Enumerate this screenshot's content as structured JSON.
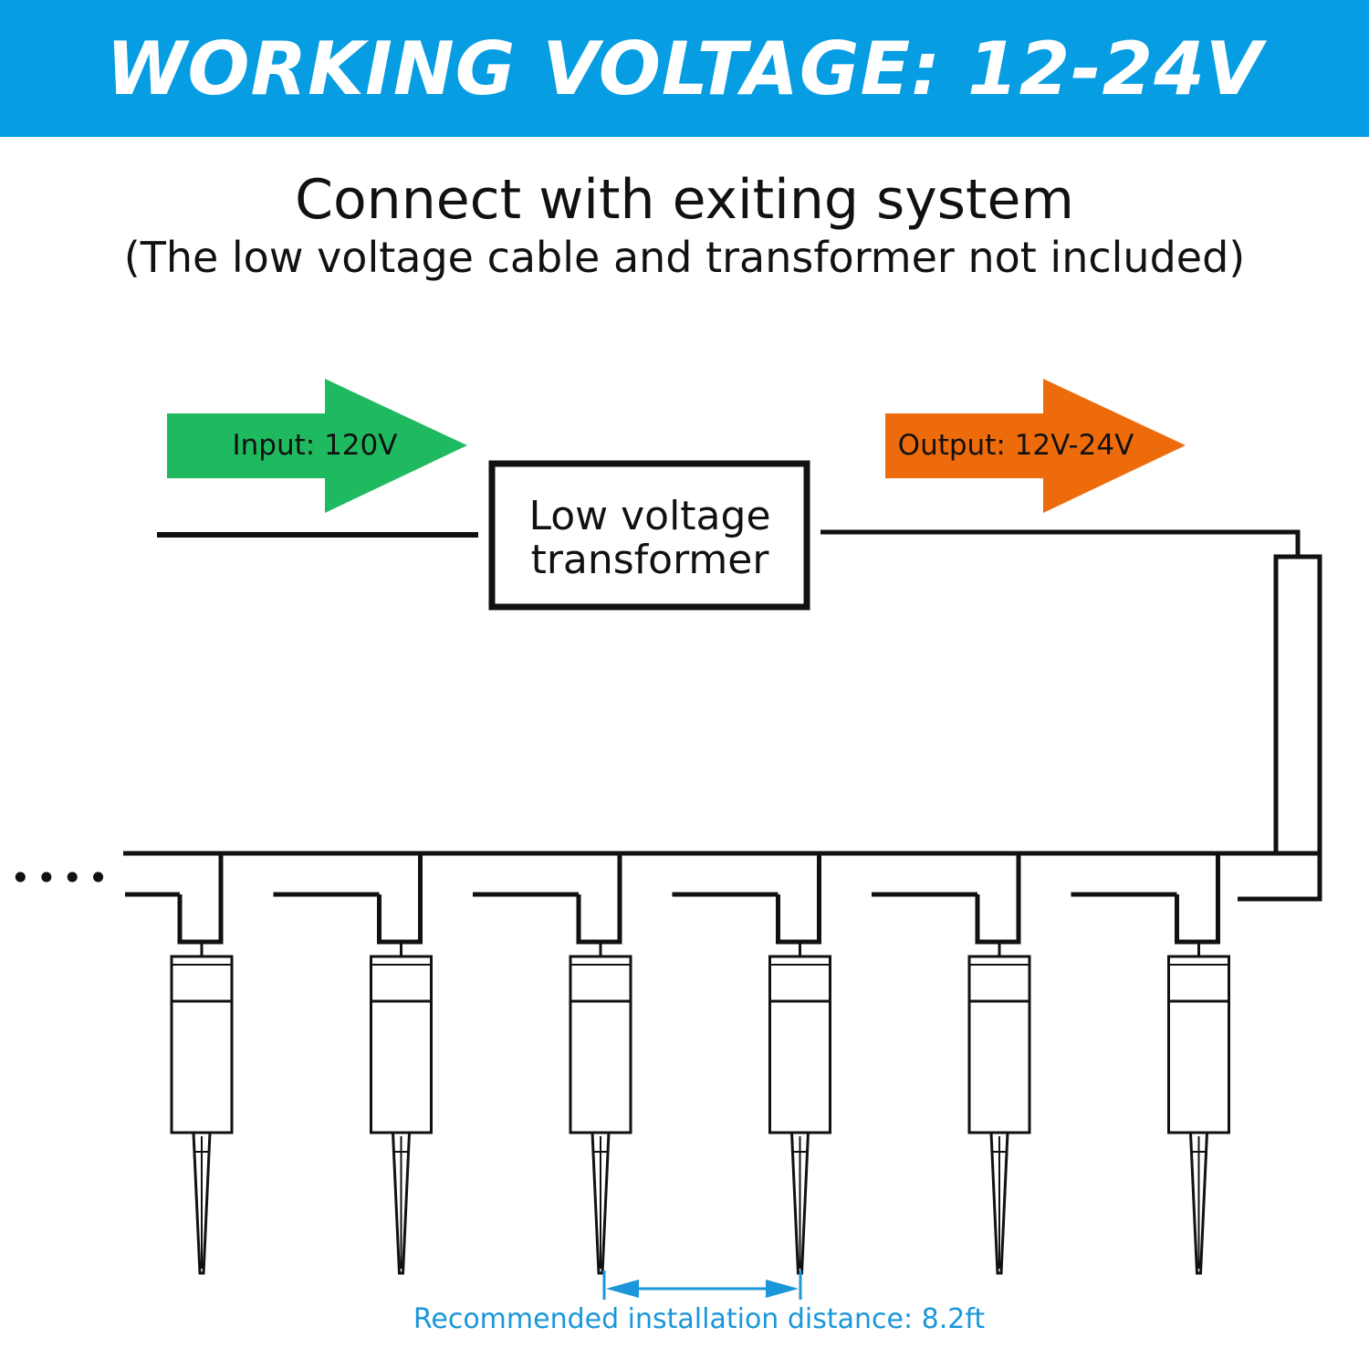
{
  "banner": {
    "title": "WORKING VOLTAGE: 12-24V"
  },
  "subtitle": {
    "line1": "Connect with exiting system",
    "line2": "(The low voltage cable and transformer not included)"
  },
  "input_arrow": {
    "label": "Input: 120V",
    "color": "#1fba5f"
  },
  "output_arrow": {
    "label": "Output: 12V-24V",
    "color": "#ee6b0b"
  },
  "transformer": {
    "line1": "Low voltage",
    "line2": "transformer"
  },
  "continuation": {
    "label": "••••"
  },
  "lights": {
    "count": 6
  },
  "distance": {
    "label": "Recommended installation distance: 8.2ft",
    "color": "#1a96d9"
  },
  "colors": {
    "banner": "#069de3",
    "line": "#111111"
  }
}
